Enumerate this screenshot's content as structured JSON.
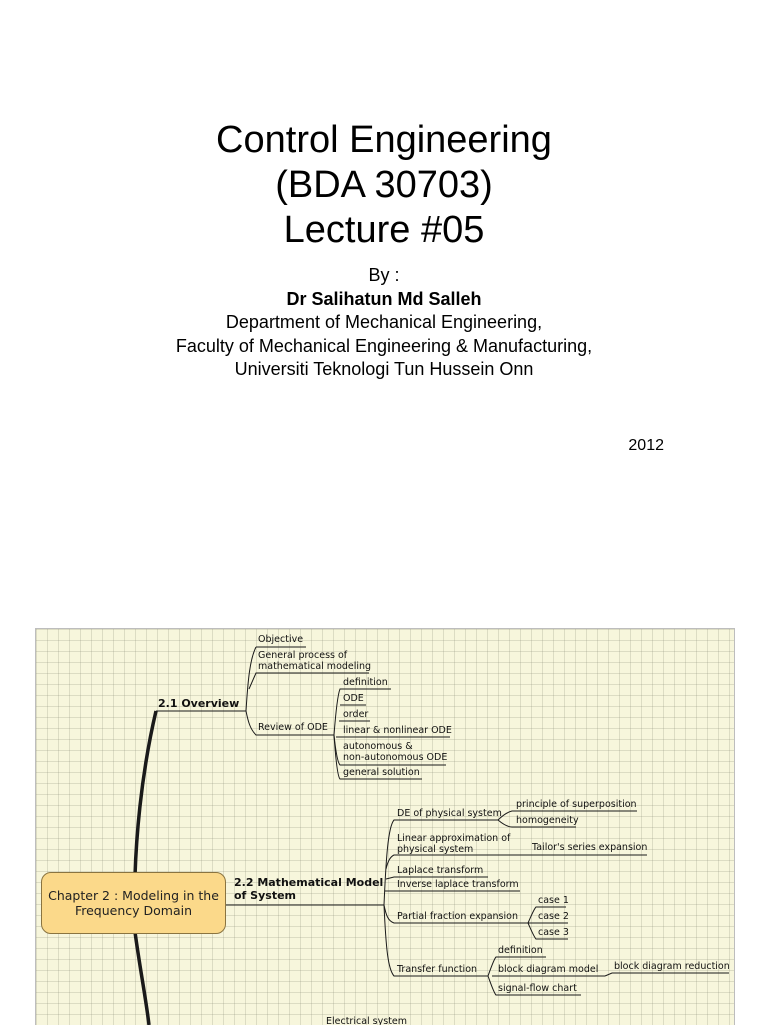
{
  "title": {
    "line1": "Control Engineering",
    "line2": "(BDA 30703)",
    "line3": "Lecture #05"
  },
  "byline": {
    "by": "By :",
    "author": "Dr Salihatun Md Salleh",
    "department": "Department of Mechanical Engineering,",
    "faculty": "Faculty of Mechanical Engineering & Manufacturing,",
    "university": "Universiti Teknologi Tun Hussein Onn"
  },
  "year": "2012",
  "mindmap": {
    "central": "Chapter 2 : Modeling in the Frequency Domain",
    "overview": {
      "label": "2.1 Overview",
      "objective": "Objective",
      "general_process": [
        "General process of",
        "mathematical modeling"
      ],
      "review_ode": "Review of ODE",
      "ode_items": {
        "definition": "definition",
        "ode": "ODE",
        "order": "order",
        "linear": "linear & nonlinear ODE",
        "autonomous": [
          "autonomous &",
          "non-autonomous ODE"
        ],
        "general_solution": "general solution"
      }
    },
    "math_model": {
      "label": [
        "2.2 Mathematical Model",
        "of System"
      ],
      "de_physical": "DE of physical system",
      "superposition": "principle of superposition",
      "homogeneity": "homogeneity",
      "linear_approx": [
        "Linear approximation of",
        "physical system"
      ],
      "taylor": "Tailor's series expansion",
      "laplace": "Laplace transform",
      "inverse_laplace": "Inverse laplace transform",
      "partial_fraction": "Partial fraction expansion",
      "case1": "case 1",
      "case2": "case 2",
      "case3": "case 3",
      "transfer_function": "Transfer function",
      "tf_definition": "definition",
      "block_diagram": "block diagram model",
      "block_reduction": "block diagram reduction",
      "signal_flow": "signal-flow chart"
    },
    "electrical": "Electrical system"
  }
}
